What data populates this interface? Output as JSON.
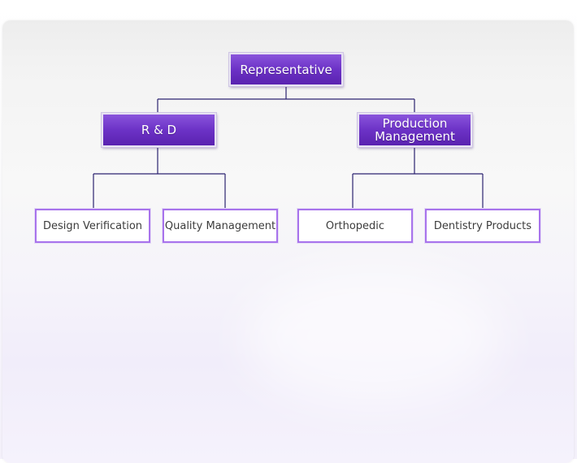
{
  "org_chart": {
    "root": "Representative",
    "departments": [
      {
        "label": "R & D",
        "children": [
          "Design Verification",
          "Quality Management"
        ]
      },
      {
        "label_line1": "Production",
        "label_line2": "Management",
        "children": [
          "Orthopedic",
          "Dentistry Products"
        ]
      }
    ]
  },
  "colors": {
    "node_fill": "#6c32c6",
    "connector": "#2c2370",
    "leaf_border": "#a873ec"
  }
}
